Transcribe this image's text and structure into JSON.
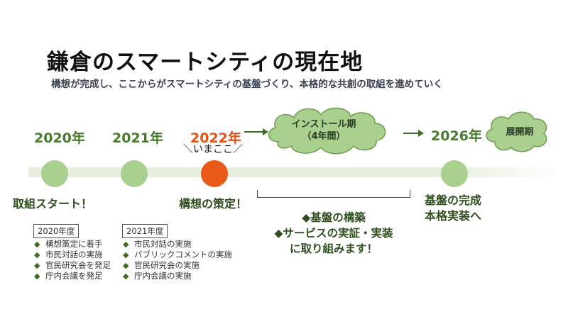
{
  "header": {
    "title": "鎌倉のスマートシティの現在地",
    "subtitle": "構想が完成し、ここからがスマートシティの基盤づくり、本格的な共創の取組を進めていく"
  },
  "timeline": {
    "years": [
      {
        "label": "2020年",
        "current": false
      },
      {
        "label": "2021年",
        "current": false
      },
      {
        "label": "2022年",
        "current": true
      },
      {
        "label": "2026年",
        "current": false
      }
    ],
    "now_marker": "＼いまここ／",
    "milestones": {
      "start": "取組スタート！",
      "plan": "構想の策定！",
      "foundation": [
        "基盤の完成",
        "本格実装へ"
      ]
    },
    "install_cloud": [
      "インストール期",
      "（4年間）"
    ],
    "expansion_cloud": "展開期",
    "install_center_text": [
      "◆基盤の構築",
      "◆サービスの実証・実装",
      "に取り組みます！"
    ]
  },
  "fiscal_2020": {
    "title": "2020年度",
    "items": [
      "構想策定に着手",
      "市民対話の実施",
      "官民研究会を発足",
      "庁内会議を発足"
    ]
  },
  "fiscal_2021": {
    "title": "2021年度",
    "items": [
      "市民対話の実施",
      "パブリックコメントの実施",
      "官民研究会の実施",
      "庁内会議の実施"
    ]
  },
  "colors": {
    "accent_green": "#4a7c2e",
    "node_green": "#a9d08e",
    "current_orange": "#e85a17",
    "bar": "#e7eedd"
  }
}
